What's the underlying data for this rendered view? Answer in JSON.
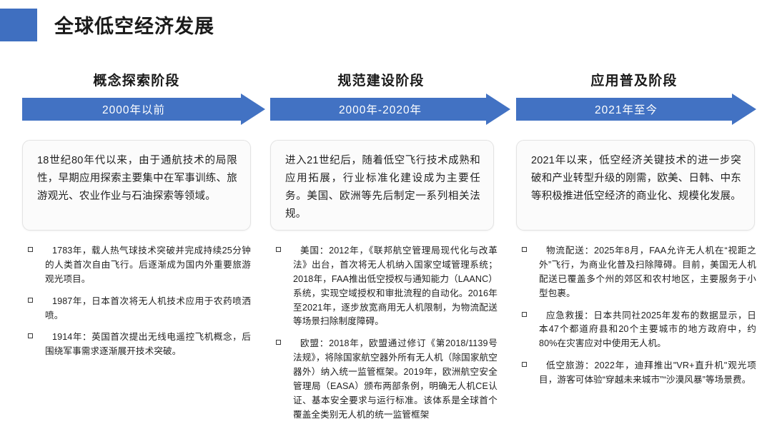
{
  "header": {
    "title": "全球低空经济发展",
    "accent_color": "#3f6fc0"
  },
  "timeline": {
    "arrow_color": "#4272c3",
    "stages": [
      {
        "label": "概念探索阶段",
        "period": "2000年以前"
      },
      {
        "label": "规范建设阶段",
        "period": "2000年-2020年"
      },
      {
        "label": "应用普及阶段",
        "period": "2021年至今"
      }
    ]
  },
  "summaries": [
    {
      "text": "18世纪80年代以来，由于通航技术的局限性，早期应用探索主要集中在军事训练、旅游观光、农业作业与石油探索等领域。"
    },
    {
      "text": "进入21世纪后，随着低空飞行技术成熟和应用拓展，行业标准化建设成为主要任务。美国、欧洲等先后制定一系列相关法规。"
    },
    {
      "text": "2021年以来，低空经济关键技术的进一步突破和产业转型升级的刚需，欧美、日韩、中东等积极推进低空经济的商业化、规模化发展。"
    }
  ],
  "columns": [
    {
      "bullets": [
        "1783年，载人热气球技术突破并完成持续25分钟的人类首次自由飞行。后逐渐成为国内外重要旅游观光项目。",
        "1987年，日本首次将无人机技术应用于农药喷洒喷。",
        "1914年：英国首次提出无线电遥控飞机概念，后围绕军事需求逐渐展开技术突破。"
      ]
    },
    {
      "bullets": [
        "美国：2012年，《联邦航空管理局现代化与改革法》出台，首次将无人机纳入国家空域管理系统；2018年，FAA推出低空授权与通知能力（LAANC）系统，实现空域授权和审批流程的自动化。2016年至2021年，逐步放宽商用无人机限制，为物流配送等场景扫除制度障碍。",
        "欧盟：2018年，欧盟通过修订《第2018/1139号法规》，将除国家航空器外所有无人机（除国家航空器外）纳入统一监管框架。2019年，欧洲航空安全管理局（EASA）颁布两部条例，明确无人机CE认证、基本安全要求与运行标准。该体系是全球首个覆盖全类别无人机的统一监管框架"
      ]
    },
    {
      "bullets": [
        "物流配送：2025年8月，FAA允许无人机在“视距之外”飞行，为商业化普及扫除障碍。目前，美国无人机配送已覆盖多个州的郊区和农村地区，主要服务于小型包裹。",
        "应急救援：日本共同社2025年发布的数据显示，日本47个都道府县和20个主要城市的地方政府中，约80%在灾害应对中使用无人机。",
        "低空旅游：2022年，迪拜推出\"VR+直升机\"观光项目，游客可体验“穿越未来城市”“沙漠风暴”等场景费。"
      ]
    }
  ]
}
